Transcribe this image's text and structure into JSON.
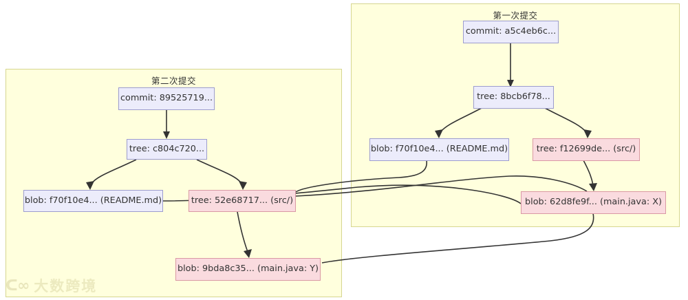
{
  "diagram": {
    "type": "git-object-graph",
    "background": "#ffffff",
    "colors": {
      "panel_fill": "#ffffdd",
      "panel_border": "#d6d68f",
      "lilac_fill": "#ececfb",
      "lilac_border": "#9c9cce",
      "pink_fill": "#fadbdf",
      "pink_border": "#d998a4",
      "edge": "#333333",
      "text": "#333333"
    },
    "panels": [
      {
        "id": "first",
        "title": "第一次提交"
      },
      {
        "id": "second",
        "title": "第二次提交"
      }
    ],
    "nodes": {
      "c1_commit": {
        "label": "commit: a5c4eb6c...",
        "kind": "commit",
        "style": "lilac"
      },
      "c1_tree": {
        "label": "tree: 8bcb6f78...",
        "kind": "tree",
        "style": "lilac"
      },
      "c1_readme": {
        "label": "blob: f70f10e4... (README.md)",
        "kind": "blob",
        "style": "lilac"
      },
      "c1_src": {
        "label": "tree: f12699de... (src/)",
        "kind": "tree",
        "style": "pink"
      },
      "c1_main": {
        "label": "blob: 62d8fe9f... (main.java: X)",
        "kind": "blob",
        "style": "pink"
      },
      "c2_commit": {
        "label": "commit: 89525719...",
        "kind": "commit",
        "style": "lilac"
      },
      "c2_tree": {
        "label": "tree: c804c720...",
        "kind": "tree",
        "style": "lilac"
      },
      "c2_readme": {
        "label": "blob: f70f10e4... (README.md)",
        "kind": "blob",
        "style": "lilac"
      },
      "c2_src": {
        "label": "tree: 52e68717... (src/)",
        "kind": "tree",
        "style": "pink"
      },
      "c2_main": {
        "label": "blob: 9bda8c35... (main.java: Y)",
        "kind": "blob",
        "style": "pink"
      }
    },
    "edges": [
      {
        "from": "c1_commit",
        "to": "c1_tree"
      },
      {
        "from": "c1_tree",
        "to": "c1_readme"
      },
      {
        "from": "c1_tree",
        "to": "c1_src"
      },
      {
        "from": "c1_src",
        "to": "c1_main"
      },
      {
        "from": "c2_commit",
        "to": "c2_tree"
      },
      {
        "from": "c2_tree",
        "to": "c2_readme"
      },
      {
        "from": "c2_tree",
        "to": "c2_src"
      },
      {
        "from": "c2_src",
        "to": "c2_main"
      },
      {
        "from": "c2_readme",
        "to": "c1_main"
      },
      {
        "from": "c2_src",
        "to": "c1_main"
      },
      {
        "from": "c1_readme",
        "to": "c2_src"
      },
      {
        "from": "c1_main",
        "to": "c2_main"
      }
    ]
  },
  "watermark": {
    "mark": "ᑕ∞",
    "text": "大数跨境"
  }
}
